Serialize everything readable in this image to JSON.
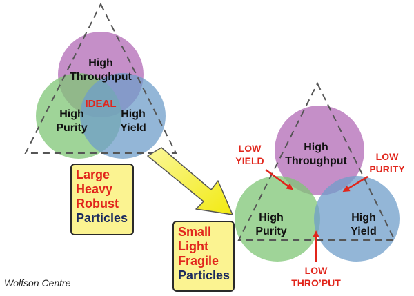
{
  "left_diagram": {
    "circle_top": [
      "High",
      "Throughput"
    ],
    "circle_left": [
      "High",
      "Purity"
    ],
    "circle_right": [
      "High",
      "Yield"
    ],
    "center_label": "IDEAL"
  },
  "left_box": {
    "lines": [
      "Large",
      "Heavy",
      "Robust"
    ],
    "last_line": "Particles"
  },
  "right_diagram": {
    "circle_top": [
      "High",
      "Throughput"
    ],
    "circle_left": [
      "High",
      "Purity"
    ],
    "circle_right": [
      "High",
      "Yield"
    ],
    "callout_low_yield": [
      "LOW",
      "YIELD"
    ],
    "callout_low_purity": [
      "LOW",
      "PURITY"
    ],
    "callout_low_throughput": [
      "LOW",
      "THRO’PUT"
    ]
  },
  "right_box": {
    "lines": [
      "Small",
      "Light",
      "Fragile"
    ],
    "last_line": "Particles"
  },
  "credit": "Wolfson Centre",
  "colors": {
    "throughput": "#b26ab5",
    "purity": "#7fc576",
    "yield": "#6f9ec9",
    "red": "#e1251b",
    "box_fill": "#fbf391",
    "arrow_fill": "#f5ef1f"
  }
}
